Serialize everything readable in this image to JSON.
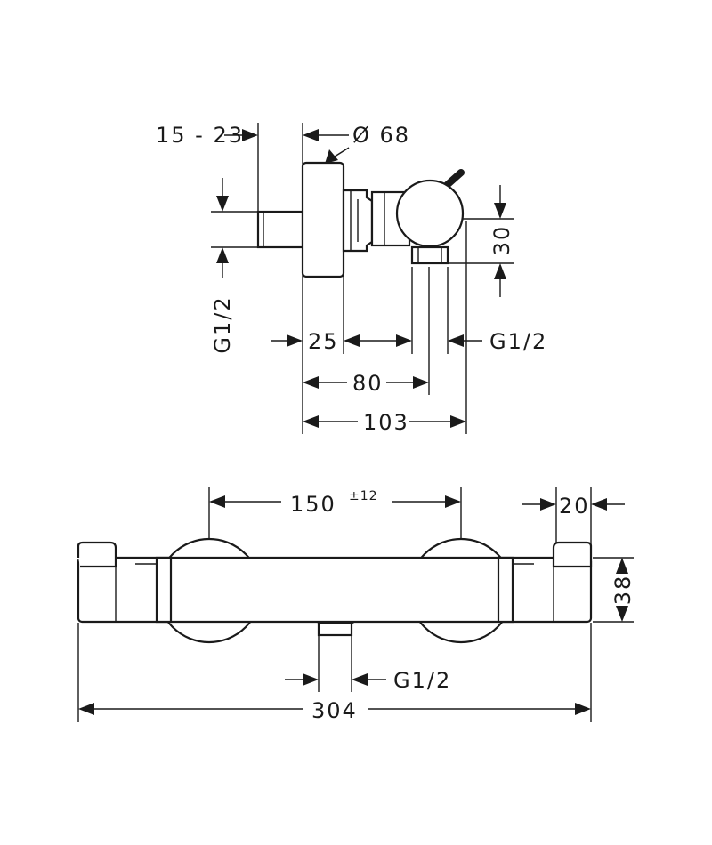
{
  "side_view": {
    "dim_connection_depth": "15 - 23",
    "dim_diameter": "Ø 68",
    "dim_height": "30",
    "dim_thread_left": "G1/2",
    "dim_25": "25",
    "dim_thread_outlet": "G1/2",
    "dim_80": "80",
    "dim_103": "103"
  },
  "front_view": {
    "dim_centers": "150",
    "dim_centers_tol": "±12",
    "dim_20": "20",
    "dim_38": "38",
    "dim_thread_outlet": "G1/2",
    "dim_total": "304"
  }
}
